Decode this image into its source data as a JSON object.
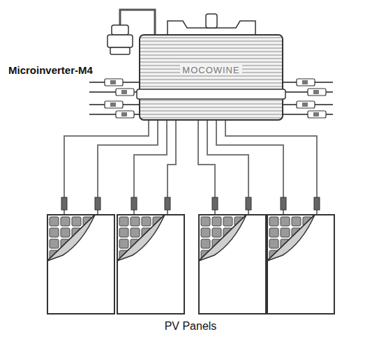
{
  "diagram": {
    "nodes": [
      {
        "text": [
          "Microinverter-M4",
          "MOCOWINE"
        ]
      }
    ],
    "labels": [
      "PV Panels"
    ]
  }
}
